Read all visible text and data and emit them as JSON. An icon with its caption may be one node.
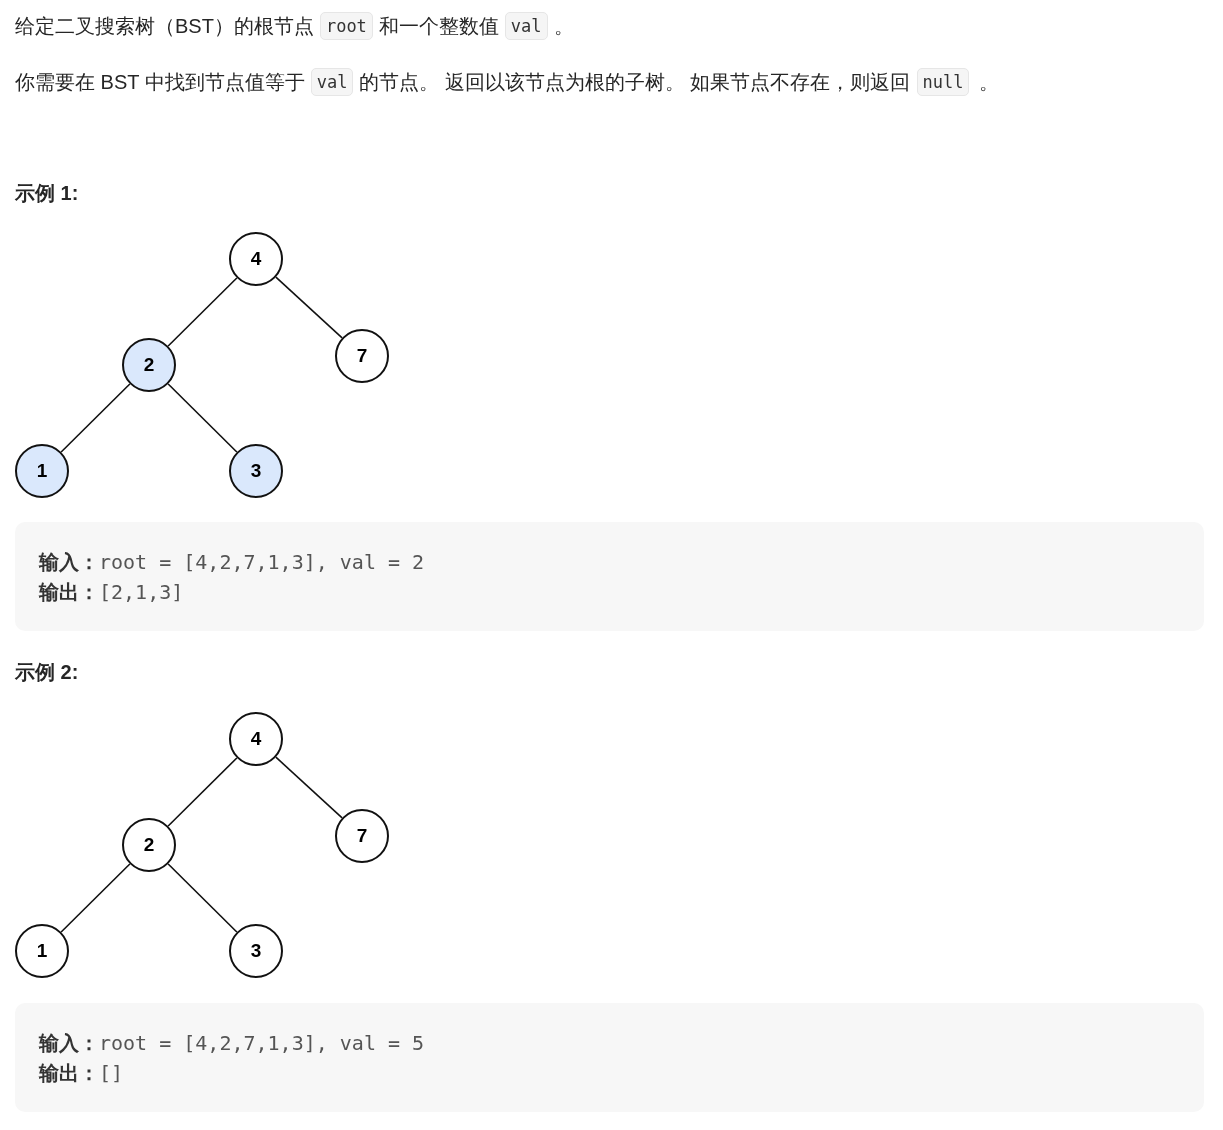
{
  "diagram": {
    "nodes": [
      {
        "text": [
          "4"
        ]
      },
      {
        "text": [
          "2"
        ]
      },
      {
        "text": [
          "7"
        ]
      },
      {
        "text": [
          "1"
        ]
      },
      {
        "text": [
          "3"
        ]
      },
      {
        "text": [
          "**输入：**root = [4,2,7,1,3], val = 2",
          "**输出：**[2,1,3]"
        ]
      },
      {
        "text": [
          "4"
        ]
      },
      {
        "text": [
          "2"
        ]
      },
      {
        "text": [
          "7"
        ]
      },
      {
        "text": [
          "1"
        ]
      },
      {
        "text": [
          "3"
        ]
      },
      {
        "text": [
          "**输入：**root = [4,2,7,1,3], val = 5",
          "**输出：**[]"
        ]
      }
    ],
    "edges": [
      {
        "from": 0,
        "to": 1,
        "arrow": "none"
      },
      {
        "from": 0,
        "to": 2,
        "arrow": "none"
      },
      {
        "from": 1,
        "to": 3,
        "arrow": "none"
      },
      {
        "from": 1,
        "to": 4,
        "arrow": "none"
      },
      {
        "from": 6,
        "to": 7,
        "arrow": "none"
      },
      {
        "from": 6,
        "to": 8,
        "arrow": "none"
      },
      {
        "from": 7,
        "to": 9,
        "arrow": "none"
      },
      {
        "from": 7,
        "to": 10,
        "arrow": "none"
      }
    ],
    "labels": [
      "给定二叉搜索树（BST）的根节点",
      "root",
      "和一个整数值",
      "val",
      "。",
      "你需要在 BST 中找到节点值等于",
      "val",
      "的节点。 返回以该节点为根的子树。 如果节点不存在，则返回",
      "null",
      "。",
      "示例 1:",
      "示例 2:"
    ]
  }
}
